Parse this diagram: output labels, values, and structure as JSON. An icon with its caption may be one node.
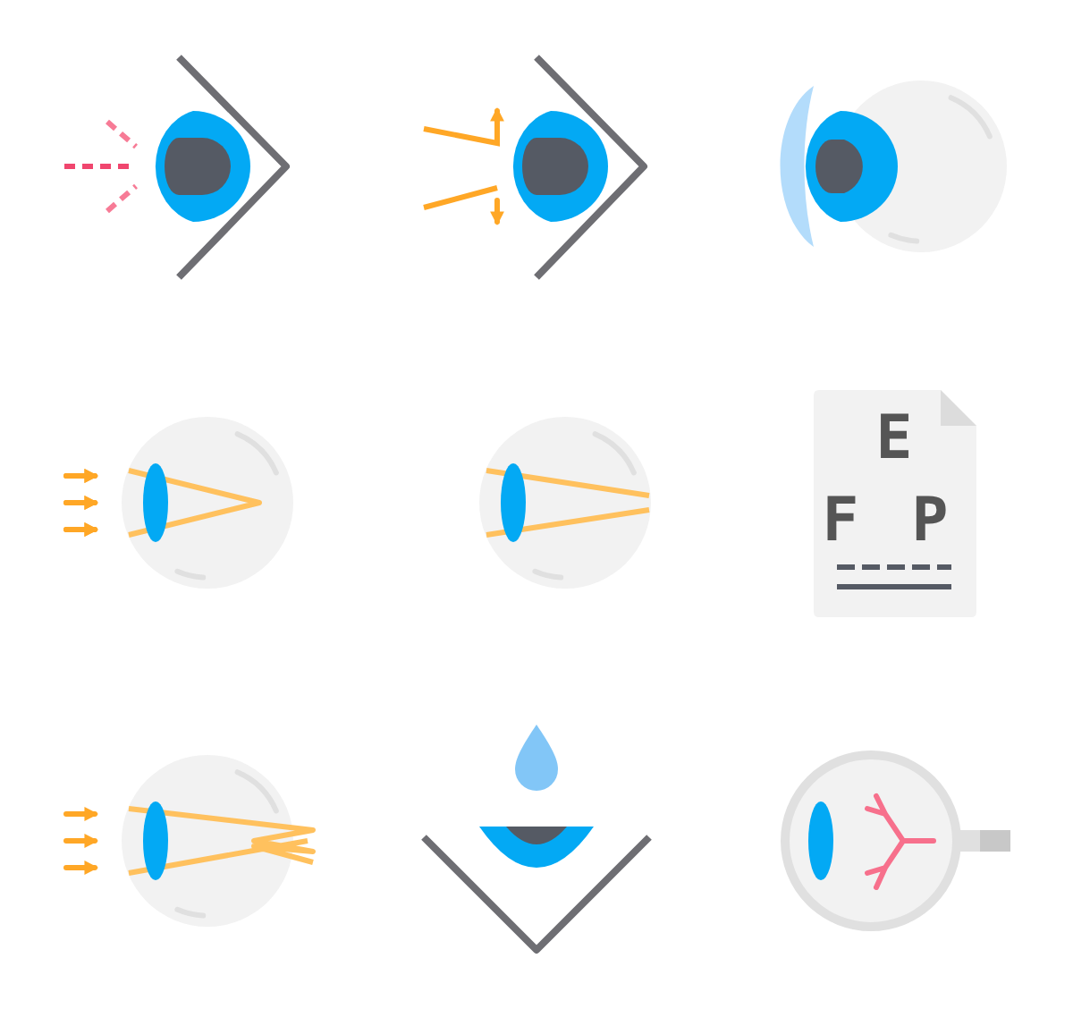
{
  "diagram": {
    "labels": [
      "E",
      "F",
      "P"
    ]
  }
}
